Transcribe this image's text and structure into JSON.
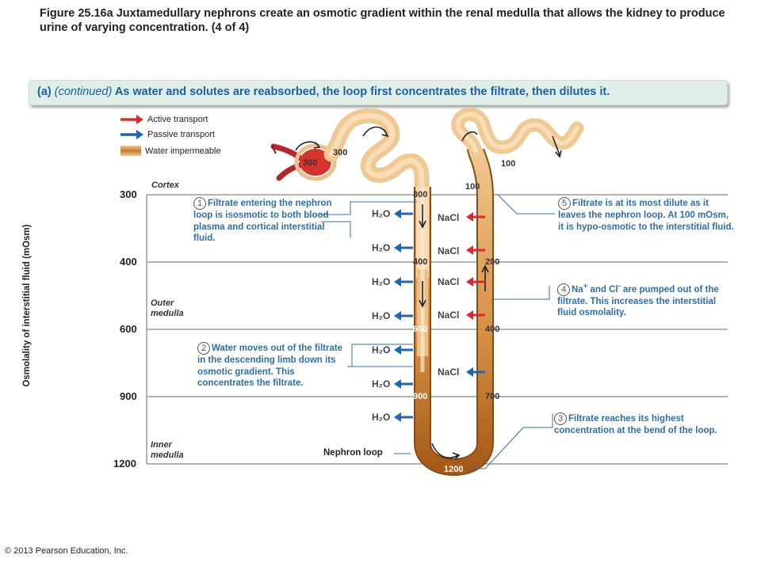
{
  "figure": {
    "title": "Figure 25.16a  Juxtamedullary nephrons create an osmotic gradient within the renal medulla that allows the kidney to produce urine of varying concentration. (4 of 4)"
  },
  "banner": {
    "label": "(a)",
    "continued": "(continued)",
    "text": "As water and solutes are reabsorbed, the loop first concentrates the filtrate, then dilutes it."
  },
  "legend": {
    "active": "Active transport",
    "passive": "Passive transport",
    "impermeable": "Water impermeable",
    "colors": {
      "active": "#e0272e",
      "passive": "#1f66b3",
      "impermeable": "#b5651d"
    }
  },
  "axis": {
    "label": "Osmolality of interstitial fluid (mOsm)",
    "ticks": [
      "300",
      "400",
      "600",
      "900",
      "1200"
    ]
  },
  "zones": {
    "cortex": "Cortex",
    "outer_line1": "Outer",
    "outer_line2": "medulla",
    "inner_line1": "Inner",
    "inner_line2": "medulla"
  },
  "values": {
    "glom": "300",
    "glom2": "300",
    "dct": "100",
    "desc_300": "300",
    "desc_400": "400",
    "desc_600": "600",
    "desc_900": "900",
    "bend": "1200",
    "asc_100": "100",
    "asc_200": "200",
    "asc_400": "400",
    "asc_700": "700"
  },
  "chem": {
    "water": "H₂O",
    "nacl": "NaCl"
  },
  "notes": {
    "n1_num": "1",
    "n1": "Filtrate entering the nephron loop is isosmotic to both blood plasma and cortical interstitial fluid.",
    "n2_num": "2",
    "n2": "Water moves out of the filtrate in the descending limb down its osmotic gradient. This concentrates the filtrate.",
    "n3_num": "3",
    "n3": "Filtrate reaches its highest concentration at the bend of the loop.",
    "n4_num": "4",
    "n4_a": "Na",
    "n4_b": " and Cl",
    "n4_c": " are pumped out of the filtrate. This increases the interstitial fluid osmolality.",
    "n5_num": "5",
    "n5": "Filtrate is at its most dilute as it leaves the nephron loop. At 100 mOsm, it is hypo-osmotic to the interstitial fluid."
  },
  "nephron_loop_label": "Nephron loop",
  "copyright": "© 2013 Pearson Education, Inc."
}
